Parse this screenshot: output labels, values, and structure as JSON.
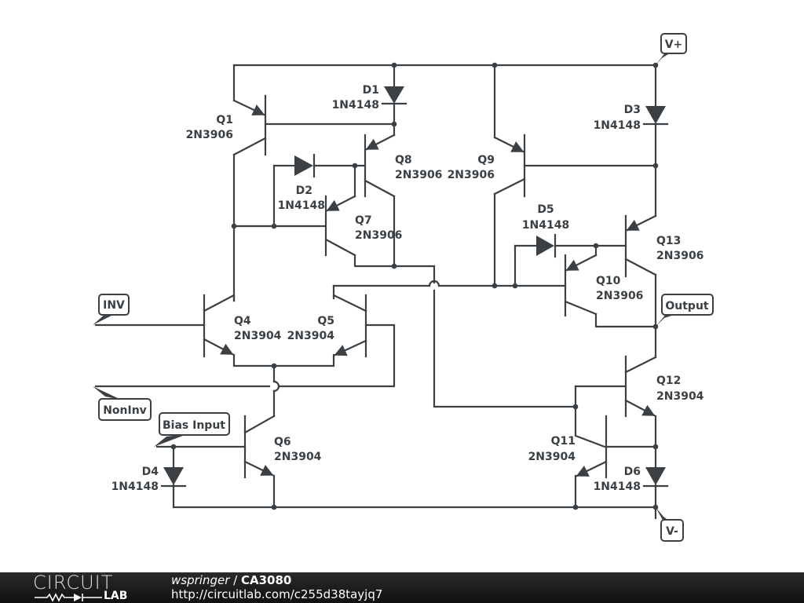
{
  "schematic": {
    "components": [
      {
        "ref": "Q1",
        "part": "2N3906"
      },
      {
        "ref": "Q4",
        "part": "2N3904"
      },
      {
        "ref": "Q5",
        "part": "2N3904"
      },
      {
        "ref": "Q6",
        "part": "2N3904"
      },
      {
        "ref": "Q7",
        "part": "2N3906"
      },
      {
        "ref": "Q8",
        "part": "2N3906"
      },
      {
        "ref": "Q9",
        "part": "2N3906"
      },
      {
        "ref": "Q10",
        "part": "2N3906"
      },
      {
        "ref": "Q11",
        "part": "2N3904"
      },
      {
        "ref": "Q12",
        "part": "2N3904"
      },
      {
        "ref": "Q13",
        "part": "2N3906"
      },
      {
        "ref": "D1",
        "part": "1N4148"
      },
      {
        "ref": "D2",
        "part": "1N4148"
      },
      {
        "ref": "D3",
        "part": "1N4148"
      },
      {
        "ref": "D4",
        "part": "1N4148"
      },
      {
        "ref": "D5",
        "part": "1N4148"
      },
      {
        "ref": "D6",
        "part": "1N4148"
      }
    ],
    "net_labels": {
      "vplus": "V+",
      "vminus": "V-",
      "inv": "INV",
      "noninv": "NonInv",
      "bias": "Bias Input",
      "output": "Output"
    }
  },
  "footer": {
    "logo_top": "CIRCUIT",
    "logo_bottom": "LAB",
    "author": "wspringer",
    "separator": " / ",
    "title": "CA3080",
    "url": "http://circuitlab.com/c255d38tayjq7"
  }
}
